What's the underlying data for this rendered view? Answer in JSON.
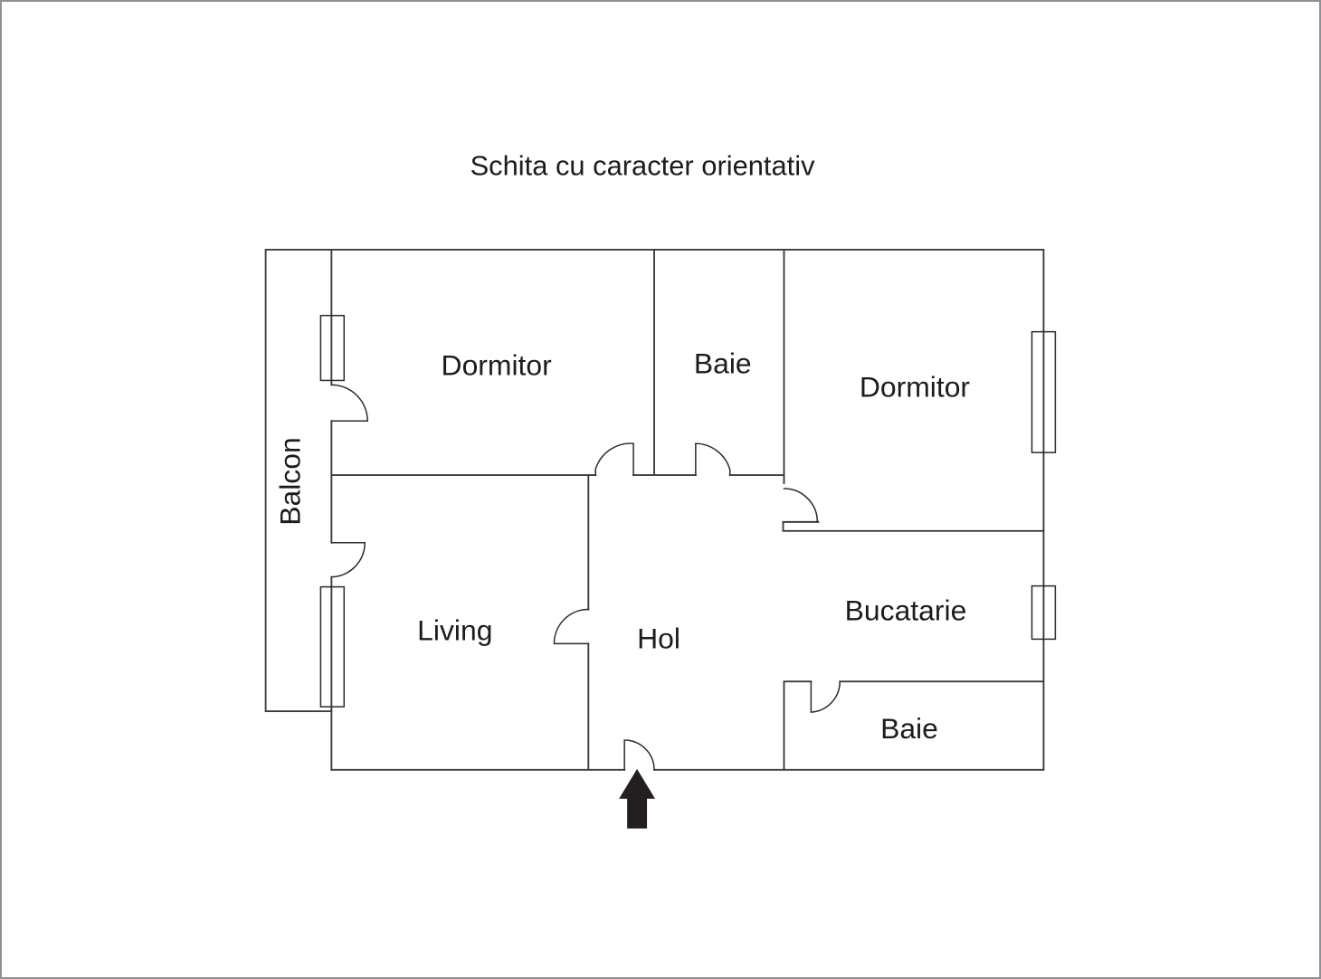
{
  "title": "Schita cu caracter orientativ",
  "floorplan": {
    "rooms": [
      {
        "id": "dormitor-left",
        "label": "Dormitor"
      },
      {
        "id": "baie-top",
        "label": "Baie"
      },
      {
        "id": "dormitor-right",
        "label": "Dormitor"
      },
      {
        "id": "balcon",
        "label": "Balcon"
      },
      {
        "id": "living",
        "label": "Living"
      },
      {
        "id": "hol",
        "label": "Hol"
      },
      {
        "id": "bucatarie",
        "label": "Bucatarie"
      },
      {
        "id": "baie-bottom",
        "label": "Baie"
      }
    ],
    "features": {
      "window_count": 4,
      "door_count": 8,
      "entrance_marker": "up-arrow"
    },
    "colors": {
      "background": "#ffffff",
      "wall_line": "#3c3c3c",
      "detail_line": "#2a2a2a",
      "label_text": "#1c1c1c",
      "entrance_arrow": "#231f20",
      "canvas_border": "#8f9092"
    }
  }
}
